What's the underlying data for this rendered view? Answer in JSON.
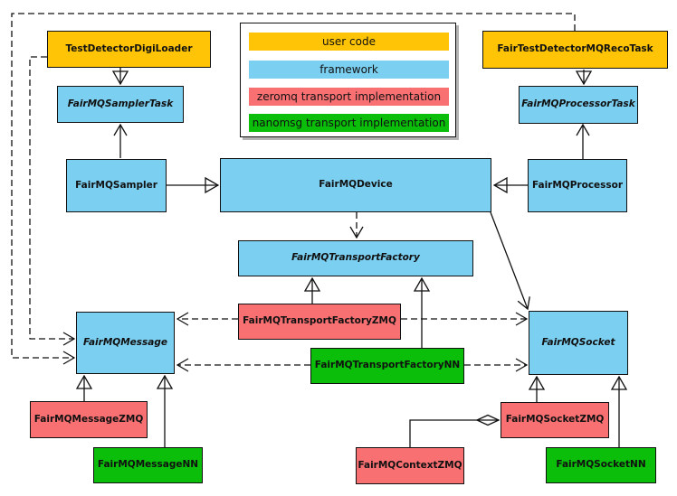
{
  "diagram": {
    "kind": "class-diagram",
    "colors": {
      "user_code": "#FFC405",
      "framework": "#7BCFF1",
      "zeromq": "#F97073",
      "nanomsg": "#0ABE0A",
      "line": "#111111"
    },
    "legend": {
      "items": [
        {
          "label": "user code",
          "color": "#FFC405"
        },
        {
          "label": "framework",
          "color": "#7BCFF1"
        },
        {
          "label": "zeromq transport implementation",
          "color": "#F97073"
        },
        {
          "label": "nanomsg transport implementation",
          "color": "#0ABE0A"
        }
      ]
    },
    "nodes": [
      {
        "label": "TestDetectorDigiLoader",
        "color": "#FFC405",
        "abstract": false
      },
      {
        "label": "FairTestDetectorMQRecoTask",
        "color": "#FFC405",
        "abstract": false
      },
      {
        "label": "FairMQSamplerTask",
        "color": "#7BCFF1",
        "abstract": true
      },
      {
        "label": "FairMQProcessorTask",
        "color": "#7BCFF1",
        "abstract": true
      },
      {
        "label": "FairMQSampler",
        "color": "#7BCFF1",
        "abstract": false
      },
      {
        "label": "FairMQDevice",
        "color": "#7BCFF1",
        "abstract": false
      },
      {
        "label": "FairMQProcessor",
        "color": "#7BCFF1",
        "abstract": false
      },
      {
        "label": "FairMQTransportFactory",
        "color": "#7BCFF1",
        "abstract": true
      },
      {
        "label": "FairMQTransportFactoryZMQ",
        "color": "#F97073",
        "abstract": false
      },
      {
        "label": "FairMQTransportFactoryNN",
        "color": "#0ABE0A",
        "abstract": false
      },
      {
        "label": "FairMQMessage",
        "color": "#7BCFF1",
        "abstract": true
      },
      {
        "label": "FairMQSocket",
        "color": "#7BCFF1",
        "abstract": true
      },
      {
        "label": "FairMQMessageZMQ",
        "color": "#F97073",
        "abstract": false
      },
      {
        "label": "FairMQMessageNN",
        "color": "#0ABE0A",
        "abstract": false
      },
      {
        "label": "FairMQSocketZMQ",
        "color": "#F97073",
        "abstract": false
      },
      {
        "label": "FairMQContextZMQ",
        "color": "#F97073",
        "abstract": false
      },
      {
        "label": "FairMQSocketNN",
        "color": "#0ABE0A",
        "abstract": false
      }
    ],
    "edges": [
      {
        "from": "TestDetectorDigiLoader",
        "to": "FairMQSamplerTask",
        "type": "inheritance"
      },
      {
        "from": "FairTestDetectorMQRecoTask",
        "to": "FairMQProcessorTask",
        "type": "inheritance"
      },
      {
        "from": "FairMQSampler",
        "to": "FairMQDevice",
        "type": "inheritance"
      },
      {
        "from": "FairMQProcessor",
        "to": "FairMQDevice",
        "type": "inheritance"
      },
      {
        "from": "FairMQTransportFactoryZMQ",
        "to": "FairMQTransportFactory",
        "type": "inheritance"
      },
      {
        "from": "FairMQTransportFactoryNN",
        "to": "FairMQTransportFactory",
        "type": "inheritance"
      },
      {
        "from": "FairMQMessageZMQ",
        "to": "FairMQMessage",
        "type": "inheritance"
      },
      {
        "from": "FairMQMessageNN",
        "to": "FairMQMessage",
        "type": "inheritance"
      },
      {
        "from": "FairMQSocketZMQ",
        "to": "FairMQSocket",
        "type": "inheritance"
      },
      {
        "from": "FairMQSocketNN",
        "to": "FairMQSocket",
        "type": "inheritance"
      },
      {
        "from": "FairMQSampler",
        "to": "FairMQSamplerTask",
        "type": "association"
      },
      {
        "from": "FairMQProcessor",
        "to": "FairMQProcessorTask",
        "type": "association"
      },
      {
        "from": "FairMQDevice",
        "to": "FairMQSocket",
        "type": "association"
      },
      {
        "from": "FairMQDevice",
        "to": "FairMQTransportFactory",
        "type": "dependency"
      },
      {
        "from": "FairMQTransportFactoryZMQ",
        "to": "FairMQMessage",
        "type": "dependency"
      },
      {
        "from": "FairMQTransportFactoryZMQ",
        "to": "FairMQSocket",
        "type": "dependency"
      },
      {
        "from": "FairMQTransportFactoryNN",
        "to": "FairMQMessage",
        "type": "dependency"
      },
      {
        "from": "FairMQTransportFactoryNN",
        "to": "FairMQSocket",
        "type": "dependency"
      },
      {
        "from": "TestDetectorDigiLoader",
        "to": "FairMQMessage",
        "type": "dependency"
      },
      {
        "from": "FairTestDetectorMQRecoTask",
        "to": "FairMQMessage",
        "type": "dependency"
      },
      {
        "from": "FairMQContextZMQ",
        "to": "FairMQSocketZMQ",
        "type": "composition"
      }
    ]
  }
}
